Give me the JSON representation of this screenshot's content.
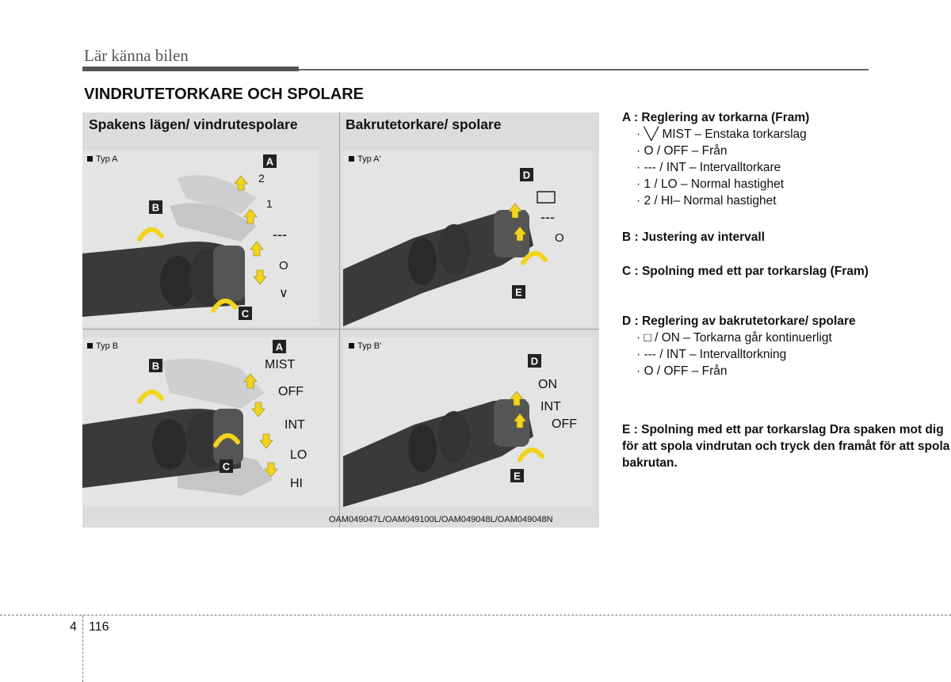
{
  "header": {
    "chapter_title": "Lär känna bilen"
  },
  "section": {
    "title": "VINDRUTETORKARE OCH SPOLARE"
  },
  "figure": {
    "left_heading": "Spakens lägen/ vindrutespolare",
    "right_heading": "Bakrutetorkare/ spolare",
    "typ_a": "Typ A",
    "typ_a_prime": "Typ A′",
    "typ_b": "Typ B",
    "typ_b_prime": "Typ B′",
    "caption": "OAM049047L/OAM049100L/OAM049048L/OAM049048N",
    "typ_a_positions": [
      "2",
      "1",
      "---",
      "O",
      "∨"
    ],
    "typ_a_prime_positions": [
      "---",
      "O"
    ],
    "typ_b_positions": [
      "MIST",
      "OFF",
      "INT",
      "LO",
      "HI"
    ],
    "typ_b_prime_positions": [
      "ON",
      "INT",
      "OFF"
    ],
    "badges": {
      "a": "A",
      "b": "B",
      "c": "C",
      "d": "D",
      "e": "E"
    }
  },
  "legend": {
    "a_label": "A : Reglering av torkarna (Fram)",
    "a_items": [
      "· ╲╱ MIST – Enstaka torkarslag",
      "· O / OFF – Från",
      "· --- / INT – Intervalltorkare",
      "· 1 / LO – Normal hastighet",
      "· 2 / HI– Normal hastighet"
    ],
    "b_label": "B : Justering av intervall",
    "c_label": "C : Spolning med ett par torkarslag (Fram)",
    "d_label": "D : Reglering av bakrutetorkare/ spolare",
    "d_items": [
      "· □ / ON – Torkarna går kontinuerligt",
      "· --- / INT – Intervalltorkning",
      "· O / OFF – Från"
    ],
    "e_label": "E : Spolning med ett par torkarslag Dra spaken mot dig för att spola vindrutan och tryck den framåt för att spola bakrutan."
  },
  "footer": {
    "chapter": "4",
    "page": "116"
  },
  "colors": {
    "arrow": "#f2d41e",
    "badge": "#222222",
    "rule": "#555555"
  }
}
